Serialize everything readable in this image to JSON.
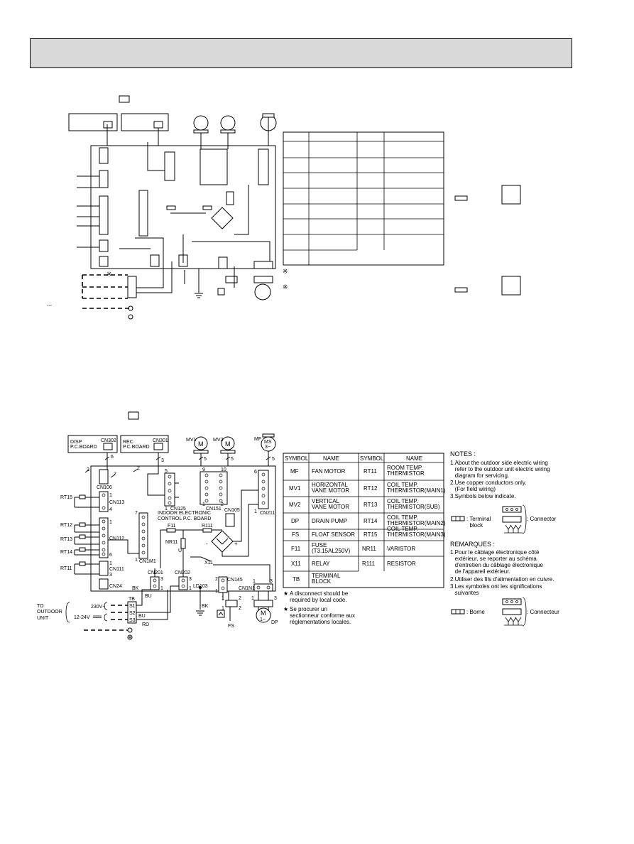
{
  "diagram_top": {
    "terminal_mark": "※",
    "dc_symbol": "---"
  },
  "diagram_bottom": {
    "boards": {
      "disp": "DISP\nP.C.BOARD",
      "rec": "REC\nP.C.BOARD",
      "indoor": "INDOOR ELECTRONIC\nCONTROL P.C. BOARD"
    },
    "connectors": [
      "CN302",
      "CN301",
      "CN106",
      "CN113",
      "CN112",
      "CN111",
      "CN24",
      "CN1M1",
      "CN125",
      "CN151",
      "CN105",
      "CN211",
      "CN201",
      "CN202",
      "CN145",
      "CN1N1"
    ],
    "components": {
      "mf": "MF",
      "mv1": "MV1",
      "mv2": "MV2",
      "m_label": "M",
      "ms_label": "MS",
      "three_phase": "3~",
      "one_phase": "1~",
      "f11": "F11",
      "r111": "R111",
      "nr11": "NR11",
      "x11": "X11",
      "ld103": "LD103",
      "dp": "DP",
      "fs": "FS",
      "tb": "TB",
      "u": "U",
      "rt15": "RT15",
      "rt12": "RT12",
      "rt13": "RT13",
      "rt14": "RT14",
      "rt11": "RT11"
    },
    "wire_colors": {
      "bk": "BK",
      "bu": "BU",
      "rd": "RD"
    },
    "outdoor": {
      "line1": "TO",
      "line2": "OUTDOOR",
      "line3": "UNIT",
      "v230": "230V~",
      "v1224": "12-24V"
    },
    "terminals": [
      "S1",
      "S2",
      "S3"
    ]
  },
  "symbol_table": {
    "headers": [
      "SYMBOL",
      "NAME",
      "SYMBOL",
      "NAME"
    ],
    "rows": [
      [
        "MF",
        "FAN MOTOR",
        "RT11",
        "ROOM TEMP.\nTHERMISTOR"
      ],
      [
        "MV1",
        "HORIZONTAL\nVANE MOTOR",
        "RT12",
        "COIL TEMP.\nTHERMISTOR(MAIN1)"
      ],
      [
        "MV2",
        "VERTICAL\nVANE MOTOR",
        "RT13",
        "COIL TEMP.\nTHERMISTOR(SUB)"
      ],
      [
        "DP",
        "DRAIN PUMP",
        "RT14",
        "COIL TEMP.\nTHERMISTOR(MAIN2)"
      ],
      [
        "FS",
        "FLOAT SENSOR",
        "RT15",
        "COIL TEMP.\nTHERMISTOR(MAIN3)"
      ],
      [
        "F11",
        "FUSE\n(T3.15AL250V)",
        "NR11",
        "VARISTOR"
      ],
      [
        "X11",
        "RELAY",
        "R111",
        "RESISTOR"
      ],
      [
        "TB",
        "TERMINAL\nBLOCK",
        "",
        ""
      ]
    ]
  },
  "disconnect_notes": {
    "star": "★",
    "en": "A disconnect should be\nrequired by local code.",
    "fr": "Se procurer un\nsectionneur conforme aux\nréglementations locales."
  },
  "notes": {
    "title": "NOTES :",
    "items": [
      "1.About the outdoor side electric wiring\n   refer to the outdoor unit electric wiring\n   diagram for servicing.",
      "2.Use copper conductors only.\n   (For field wiring)",
      "3.Symbols below indicate."
    ],
    "terminal_block": ": Terminal\n  block",
    "connector": ": Connector"
  },
  "remarques": {
    "title": "REMARQUES :",
    "items": [
      "1.Pour le câblage électronique côté\n   extérieur, se reporter au schéma\n   d'entretien du câblage électronique\n   de l'appareil extérieur.",
      "2.Utiliser des fils d'alimentation en cuivre.",
      "3.Les symboles ont les significations\n   suivantes"
    ],
    "borne": ": Borne",
    "connecteur": ": Connecteur"
  }
}
